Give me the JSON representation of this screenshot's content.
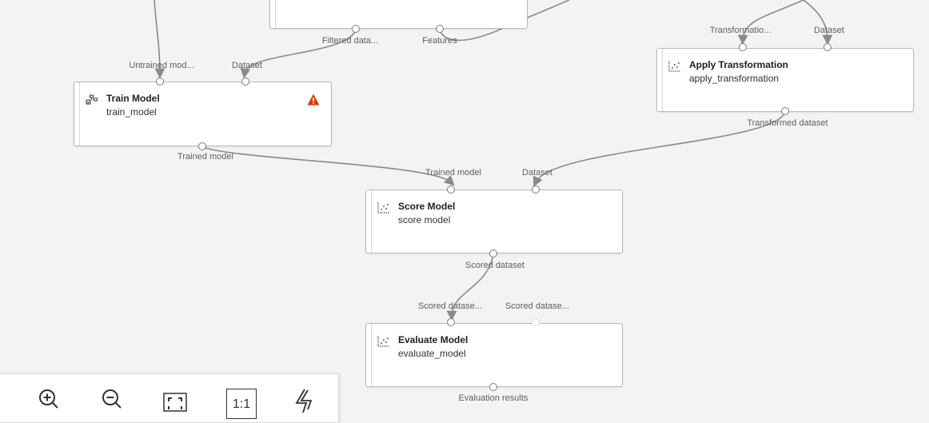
{
  "canvas": {
    "background": "#f3f3f3",
    "edge_color": "#8a8a8a",
    "warning_color": "#d83b01"
  },
  "nodes": {
    "top_partial": {
      "ports_out": [
        "Filtered data...",
        "Features"
      ]
    },
    "train_model": {
      "title": "Train Model",
      "subtitle": "train_model",
      "icon": "train-model-icon",
      "status": "warning",
      "ports_in": [
        "Untrained mod...",
        "Dataset"
      ],
      "ports_out": [
        "Trained model"
      ]
    },
    "apply_transformation": {
      "title": "Apply Transformation",
      "subtitle": "apply_transformation",
      "icon": "scatter-icon",
      "ports_in": [
        "Transformatio...",
        "Dataset"
      ],
      "ports_out": [
        "Transformed dataset"
      ]
    },
    "score_model": {
      "title": "Score Model",
      "subtitle": "score model",
      "icon": "scatter-icon",
      "ports_in": [
        "Trained model",
        "Dataset"
      ],
      "ports_out": [
        "Scored dataset"
      ]
    },
    "evaluate_model": {
      "title": "Evaluate Model",
      "subtitle": "evaluate_model",
      "icon": "scatter-icon",
      "ports_in": [
        "Scored datase...",
        "Scored datase..."
      ],
      "ports_out": [
        "Evaluation results"
      ]
    }
  },
  "toolbar": {
    "buttons": [
      {
        "name": "zoom-in",
        "icon": "zoom-in-icon"
      },
      {
        "name": "zoom-out",
        "icon": "zoom-out-icon"
      },
      {
        "name": "fit-to-screen",
        "icon": "fit-screen-icon"
      },
      {
        "name": "actual-size",
        "icon": "actual-size-icon",
        "label": "1:1"
      },
      {
        "name": "auto-layout",
        "icon": "auto-layout-icon"
      }
    ]
  }
}
